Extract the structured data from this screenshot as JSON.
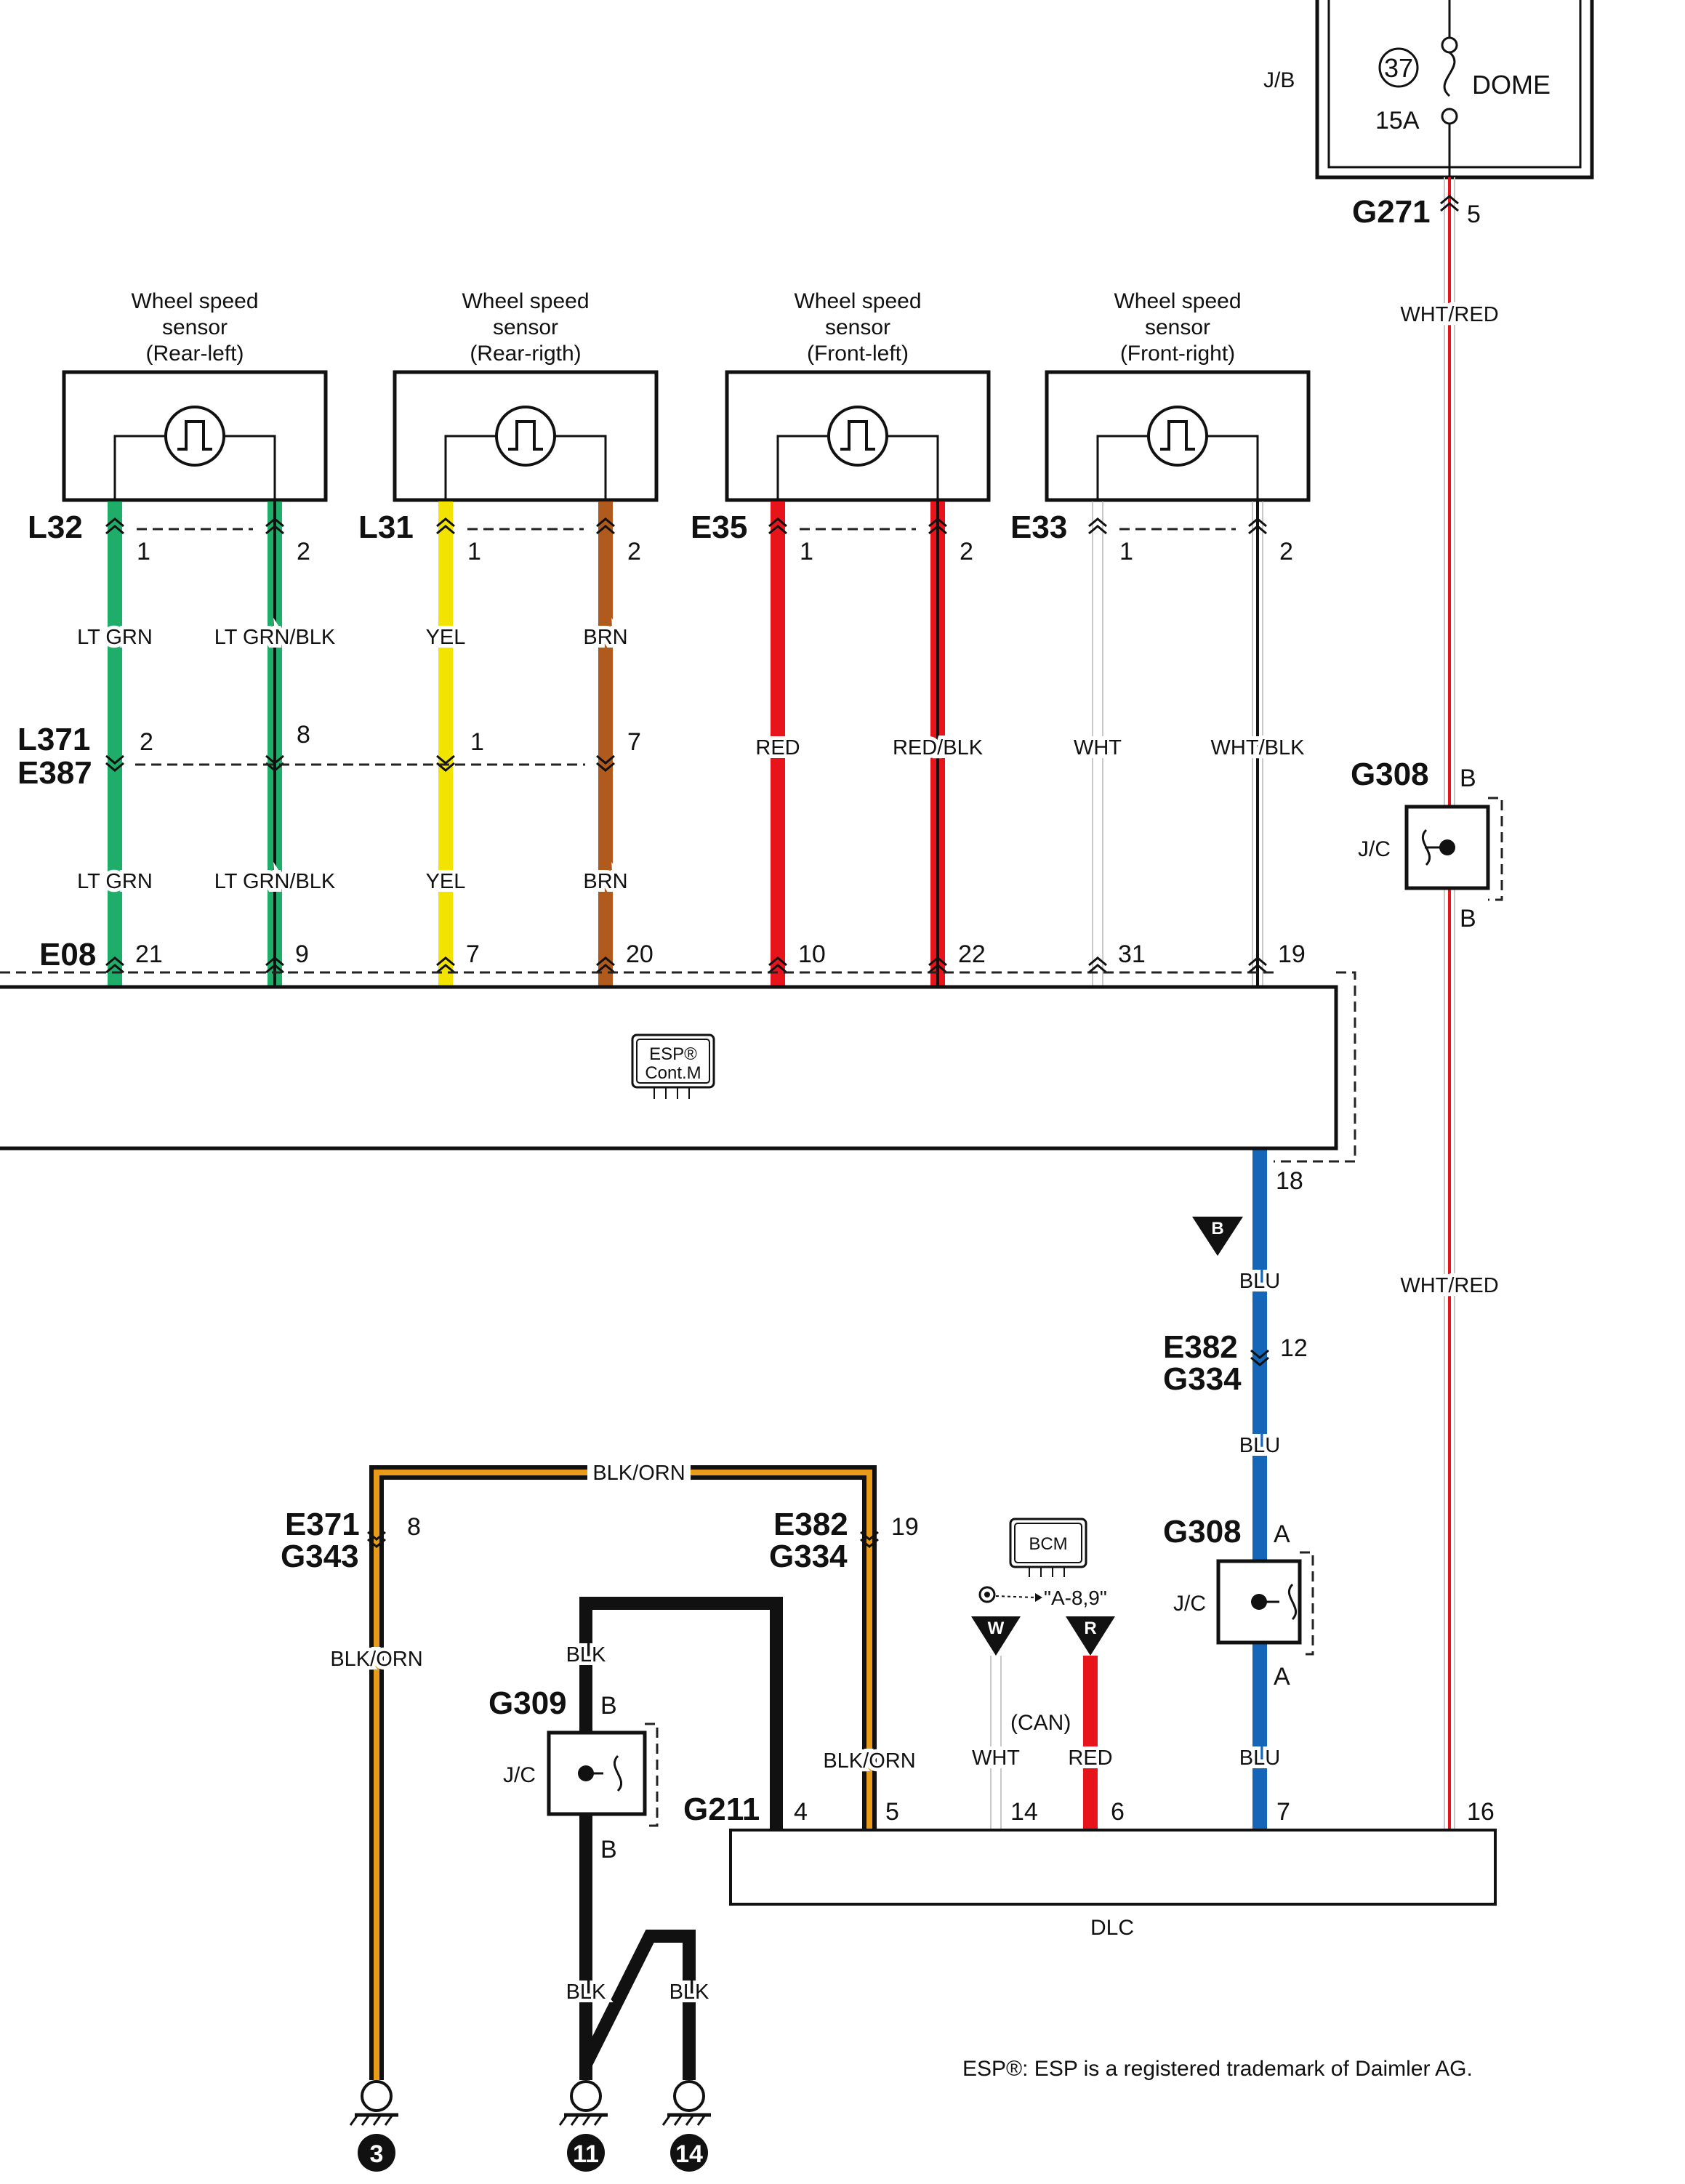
{
  "sensors": [
    {
      "title": "Wheel speed",
      "title2": "sensor",
      "position": "(Rear-left)",
      "connector": "L32"
    },
    {
      "title": "Wheel speed",
      "title2": "sensor",
      "position": "(Rear-rigth)",
      "connector": "L31"
    },
    {
      "title": "Wheel speed",
      "title2": "sensor",
      "position": "(Front-left)",
      "connector": "E35"
    },
    {
      "title": "Wheel speed",
      "title2": "sensor",
      "position": "(Front-right)",
      "connector": "E33"
    }
  ],
  "jb": {
    "label": "J/B",
    "fuse_number": "37",
    "fuse_rating": "15A",
    "fuse_name": "DOME",
    "connector": "G271",
    "pin": "5"
  },
  "connectors": {
    "l371": "L371",
    "e387": "E387",
    "e08": "E08",
    "g308_top": "G308",
    "g308_top_pin": "B",
    "g308_bottom": "G308",
    "g308_bottom_pin": "A",
    "jc": "J/C",
    "e382": "E382",
    "g334": "G334",
    "e371": "E371",
    "g343": "G343",
    "g309": "G309",
    "g309_pin": "B",
    "g211": "G211"
  },
  "wire_labels": {
    "lt_grn": "LT GRN",
    "lt_grn_blk": "LT GRN/BLK",
    "yel": "YEL",
    "brn": "BRN",
    "red": "RED",
    "red_blk": "RED/BLK",
    "wht": "WHT",
    "wht_blk": "WHT/BLK",
    "wht_red": "WHT/RED",
    "blu": "BLU",
    "blk_orn": "BLK/ORN",
    "blk": "BLK",
    "can": "(CAN)"
  },
  "pins": {
    "s1_a": "1",
    "s1_b": "2",
    "s2_a": "1",
    "s2_b": "2",
    "s3_a": "1",
    "s3_b": "2",
    "s4_a": "1",
    "s4_b": "2",
    "l371_a": "2",
    "l371_b": "8",
    "l371_c": "1",
    "l371_d": "7",
    "e08": [
      "21",
      "9",
      "7",
      "20",
      "10",
      "22",
      "31",
      "19"
    ],
    "esp_18": "18",
    "e382_12": "12",
    "e371_8": "8",
    "e382_19": "19",
    "dlc": [
      "4",
      "5",
      "14",
      "6",
      "7",
      "16"
    ]
  },
  "esp_module": {
    "line1": "ESP®",
    "line2": "Cont.M"
  },
  "bcm": {
    "label": "BCM",
    "ref": "\"A-8,9\"",
    "flag_w": "W",
    "flag_r": "R"
  },
  "flag_b": "B",
  "dlc_label": "DLC",
  "grounds": [
    "3",
    "11",
    "14"
  ],
  "footnote": "ESP®: ESP is a registered trademark of Daimler AG.",
  "colors": {
    "lt_grn": "#1fae6a",
    "yel": "#f2e400",
    "brn": "#b05a1e",
    "red": "#e8141c",
    "blu": "#1565b8",
    "orn": "#e89b1a",
    "wht_stroke": "#c9c9c9",
    "blk": "#111111"
  }
}
